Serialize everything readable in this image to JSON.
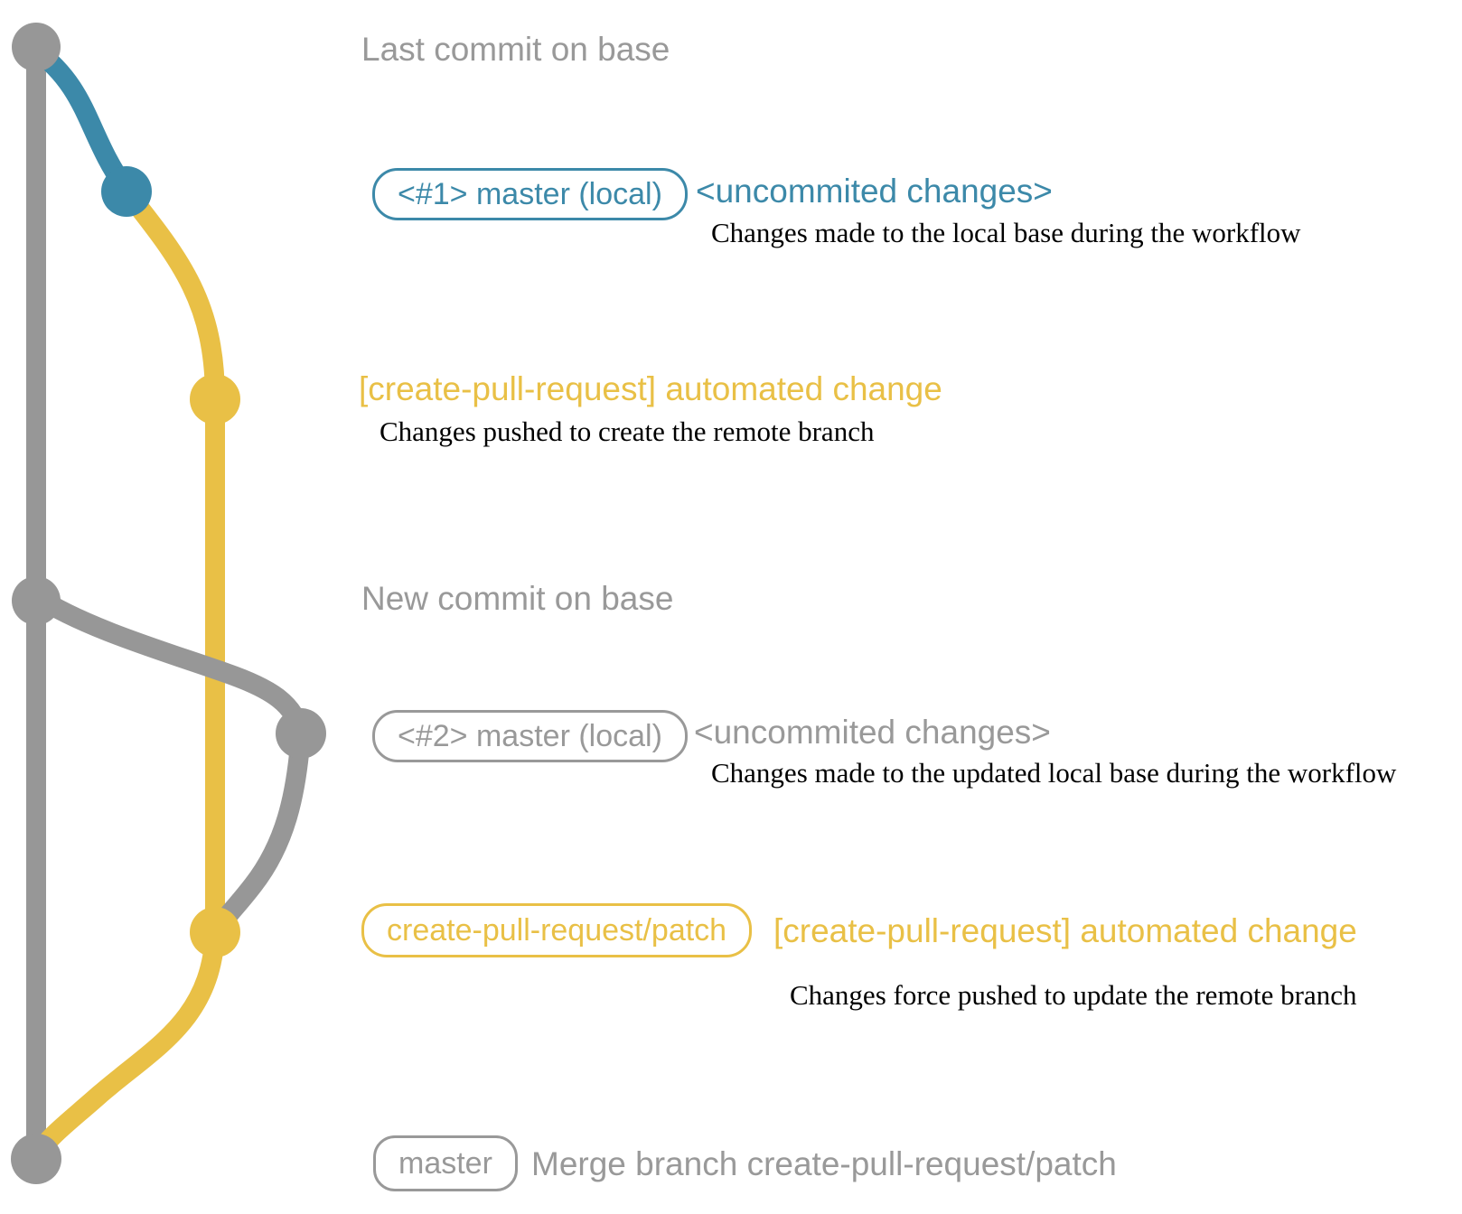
{
  "diagram": {
    "type": "git-branch-graph",
    "colors": {
      "base_gray": "#979797",
      "local_branch_blue": "#3C89A9",
      "remote_branch_yellow": "#E9C046",
      "annotation_gray": "#999999",
      "description_black": "#000000"
    },
    "branches": [
      {
        "name": "base",
        "color": "#979797"
      },
      {
        "name": "master (local)",
        "color": "#3C89A9"
      },
      {
        "name": "create-pull-request/patch",
        "color": "#E9C046"
      }
    ],
    "rows": {
      "last_commit": {
        "title": "Last commit on base"
      },
      "commit1": {
        "badge": "<#1> master (local)",
        "title": "<uncommited changes>",
        "description": "Changes made to the local base during the workflow"
      },
      "push1": {
        "title": "[create-pull-request] automated change",
        "description": "Changes pushed to create the remote branch"
      },
      "new_commit": {
        "title": "New commit on base"
      },
      "commit2": {
        "badge": "<#2> master (local)",
        "title": "<uncommited changes>",
        "description": "Changes made to the updated local base during the workflow"
      },
      "push2": {
        "badge": "create-pull-request/patch",
        "title": "[create-pull-request] automated change",
        "description": "Changes force pushed to update the remote branch"
      },
      "merge": {
        "badge": "master",
        "title": "Merge branch create-pull-request/patch"
      }
    }
  }
}
